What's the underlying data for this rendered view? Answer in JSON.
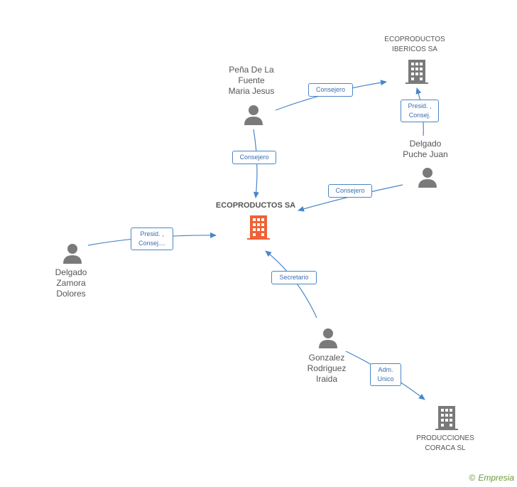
{
  "nodes": {
    "main_company": {
      "label": "ECOPRODUCTOS SA",
      "icon": "building-icon",
      "color": "#f06236"
    },
    "ibericos": {
      "label": "ECOPRODUCTOS\nIBERICOS SA",
      "icon": "building-icon"
    },
    "coraca": {
      "label": "PRODUCCIONES\nCORACA  SL",
      "icon": "building-icon"
    },
    "pena": {
      "label": "Peña De La\nFuente\nMaria Jesus",
      "icon": "person-icon"
    },
    "puche": {
      "label": "Delgado\nPuche Juan",
      "icon": "person-icon"
    },
    "zamora": {
      "label": "Delgado\nZamora\nDolores",
      "icon": "person-icon"
    },
    "gonzalez": {
      "label": "Gonzalez\nRodriguez\nIraida",
      "icon": "person-icon"
    }
  },
  "relations": {
    "pena_ibericos": "Consejero",
    "pena_main": "Consejero",
    "puche_ibericos": "Presid. ,\nConsej.",
    "puche_main": "Consejero",
    "zamora_main": "Presid. ,\nConsej....",
    "gonzalez_main": "Secretario",
    "gonzalez_coraca": "Adm.\nUnico"
  },
  "footer": {
    "copyright": "©",
    "brand": "Empresia"
  },
  "colors": {
    "edge": "#4a86c8",
    "icon": "#7a7a7a",
    "main": "#f06236"
  }
}
